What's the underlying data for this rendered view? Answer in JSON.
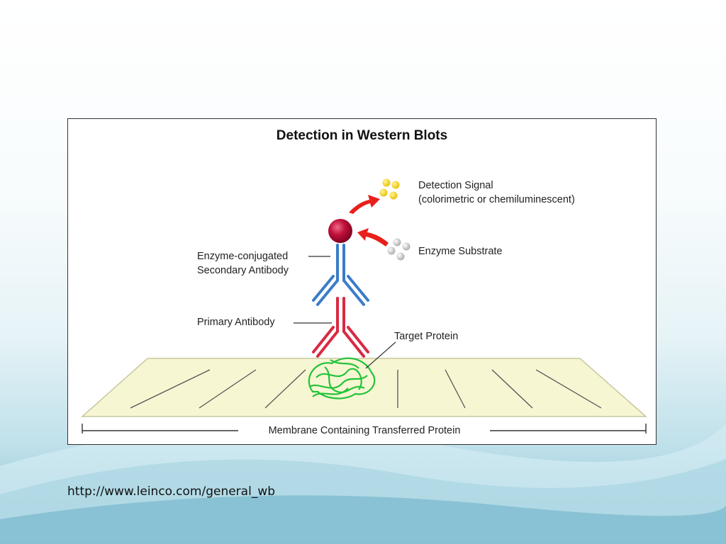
{
  "figure": {
    "title": "Detection in Western Blots",
    "labels": {
      "detection_signal_1": "Detection Signal",
      "detection_signal_2": "(colorimetric or chemiluminescent)",
      "enzyme_substrate": "Enzyme Substrate",
      "secondary_antibody_1": "Enzyme-conjugated",
      "secondary_antibody_2": "Secondary Antibody",
      "primary_antibody": "Primary Antibody",
      "target_protein": "Target Protein",
      "membrane": "Membrane Containing Transferred Protein"
    },
    "colors": {
      "membrane": "#f7f6d2",
      "secondary_antibody": "#3a7cc8",
      "primary_antibody": "#d92a42",
      "enzyme": "#b0103a",
      "protein": "#22c33a",
      "signal": "#f3d21c",
      "substrate": "#c8c8c8",
      "arrow": "#e8201c"
    }
  },
  "source_url": "http://www.leinco.com/general_wb"
}
